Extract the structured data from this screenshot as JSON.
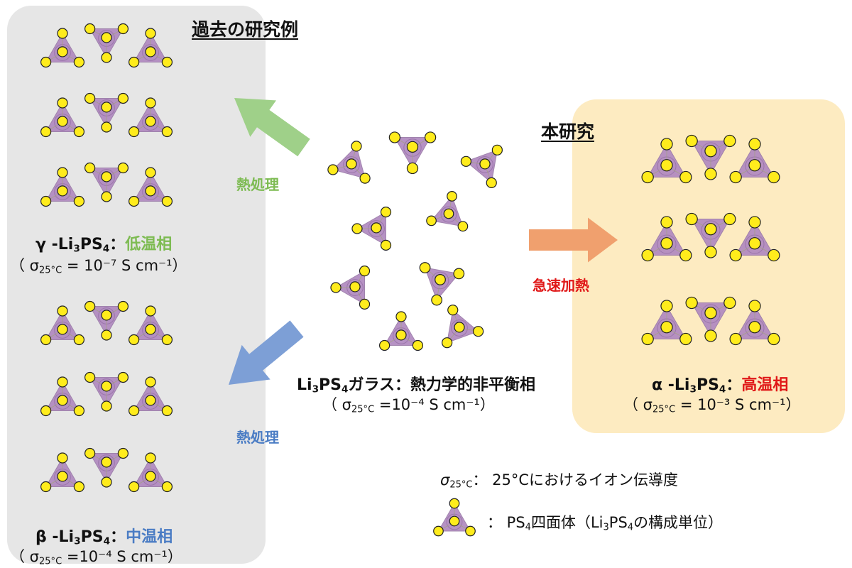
{
  "past_study": {
    "heading": "過去の研究例",
    "gamma": {
      "prefix": "γ -Li",
      "mid1": "PS",
      "sep": "：",
      "phase": "低温相",
      "cond_pre": "（ σ",
      "cond_sub": "25°C",
      "cond_val": " = 10⁻⁷ S cm⁻¹）"
    },
    "beta": {
      "prefix": "β -Li",
      "mid1": "PS",
      "sep": "：",
      "phase": "中温相",
      "cond_pre": "（ σ",
      "cond_sub": "25°C",
      "cond_val": " =10⁻⁴ S cm⁻¹）"
    },
    "heat_label_top": "熱処理",
    "heat_label_bottom": "熱処理"
  },
  "this_study": {
    "heading": "本研究",
    "alpha": {
      "prefix": "α -Li",
      "mid1": "PS",
      "sep": "：",
      "phase": "高温相",
      "cond_pre": "（ σ",
      "cond_sub": "25°C",
      "cond_val": " = 10⁻³ S cm⁻¹）"
    },
    "rapid_label": "急速加熱"
  },
  "glass": {
    "prefix": "Li",
    "mid1": "PS",
    "rest": "ガラス：熱力学的非平衡相",
    "cond_pre": "（ σ",
    "cond_sub": "25°C",
    "cond_val": " =10⁻⁴ S cm⁻¹）"
  },
  "subscripts": {
    "li": "3",
    "ps": "4"
  },
  "legend": {
    "sigma_sym": "σ",
    "sigma_sub": "25°C",
    "sigma_desc": "：  25°Cにおけるイオン伝導度",
    "tet_pre": "：  PS",
    "tet_mid": "四面体（Li",
    "tet_mid2": "PS",
    "tet_end": "の構成単位）"
  },
  "colors": {
    "gamma_phase": "#7dbb52",
    "beta_phase": "#4a7cc4",
    "alpha_phase": "#e01818",
    "rapid_label": "#e01818",
    "arrow_green": "#9fd089",
    "arrow_blue": "#7d9fd6",
    "arrow_orange": "#f0a06e",
    "tetra_fill": "#b089c0",
    "tetra_edge": "#9a7aa8",
    "atom": "#ffec1c"
  },
  "icons": [
    "green-arrow-icon",
    "blue-arrow-icon",
    "orange-arrow-icon",
    "tetrahedron-icon"
  ]
}
